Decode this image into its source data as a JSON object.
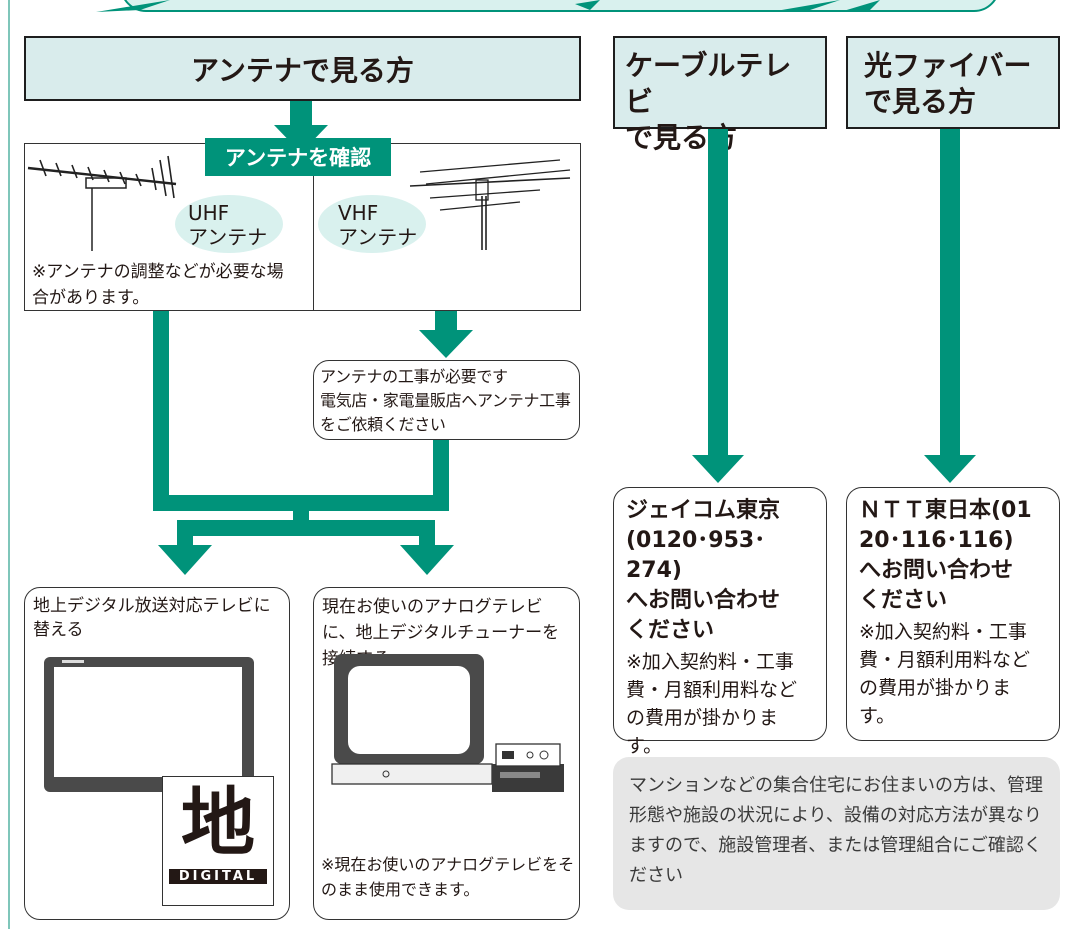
{
  "colors": {
    "accent_green": "#00937a",
    "header_bg": "#d9ecec",
    "note_bg": "#e6e6e6",
    "pill_bg": "#d9f1ee"
  },
  "antenna": {
    "title": "アンテナで見る方",
    "check_label": "アンテナを確認",
    "uhf_label": "UHF\nアンテナ",
    "vhf_label": "VHF\nアンテナ",
    "note": "※アンテナの調整などが必要な場合があります。",
    "construction": "アンテナの工事が必要です\n電気店・家電量販店へアンテナ工事をご依頼ください"
  },
  "options": {
    "digital_tv": "地上デジタル放送対応テレビに替える",
    "tuner": "現在お使いのアナログテレビに、地上デジタルチューナーを接続する",
    "tuner_note": "※現在お使いのアナログテレビをそのまま使用できます。",
    "logo_chi": "地",
    "logo_text": "DIGITAL"
  },
  "cable": {
    "title": "ケーブルテレビ\nで見る方",
    "contact": "ジェイコム東京\n(0120･953･274)\nへお問い合わせ\nください",
    "note": "※加入契約料・工事費・月額利用料などの費用が掛かります。"
  },
  "fiber": {
    "title": "光ファイバー\nで見る方",
    "contact": "ＮＴＴ東日本(01\n20･116･116)\nへお問い合わせ\nください",
    "note": "※加入契約料・工事費・月額利用料などの費用が掛かります。"
  },
  "apartment_note": "マンションなどの集合住宅にお住まいの方は、管理形態や施設の状況により、設備の対応方法が異なりますので、施設管理者、または管理組合にご確認ください"
}
